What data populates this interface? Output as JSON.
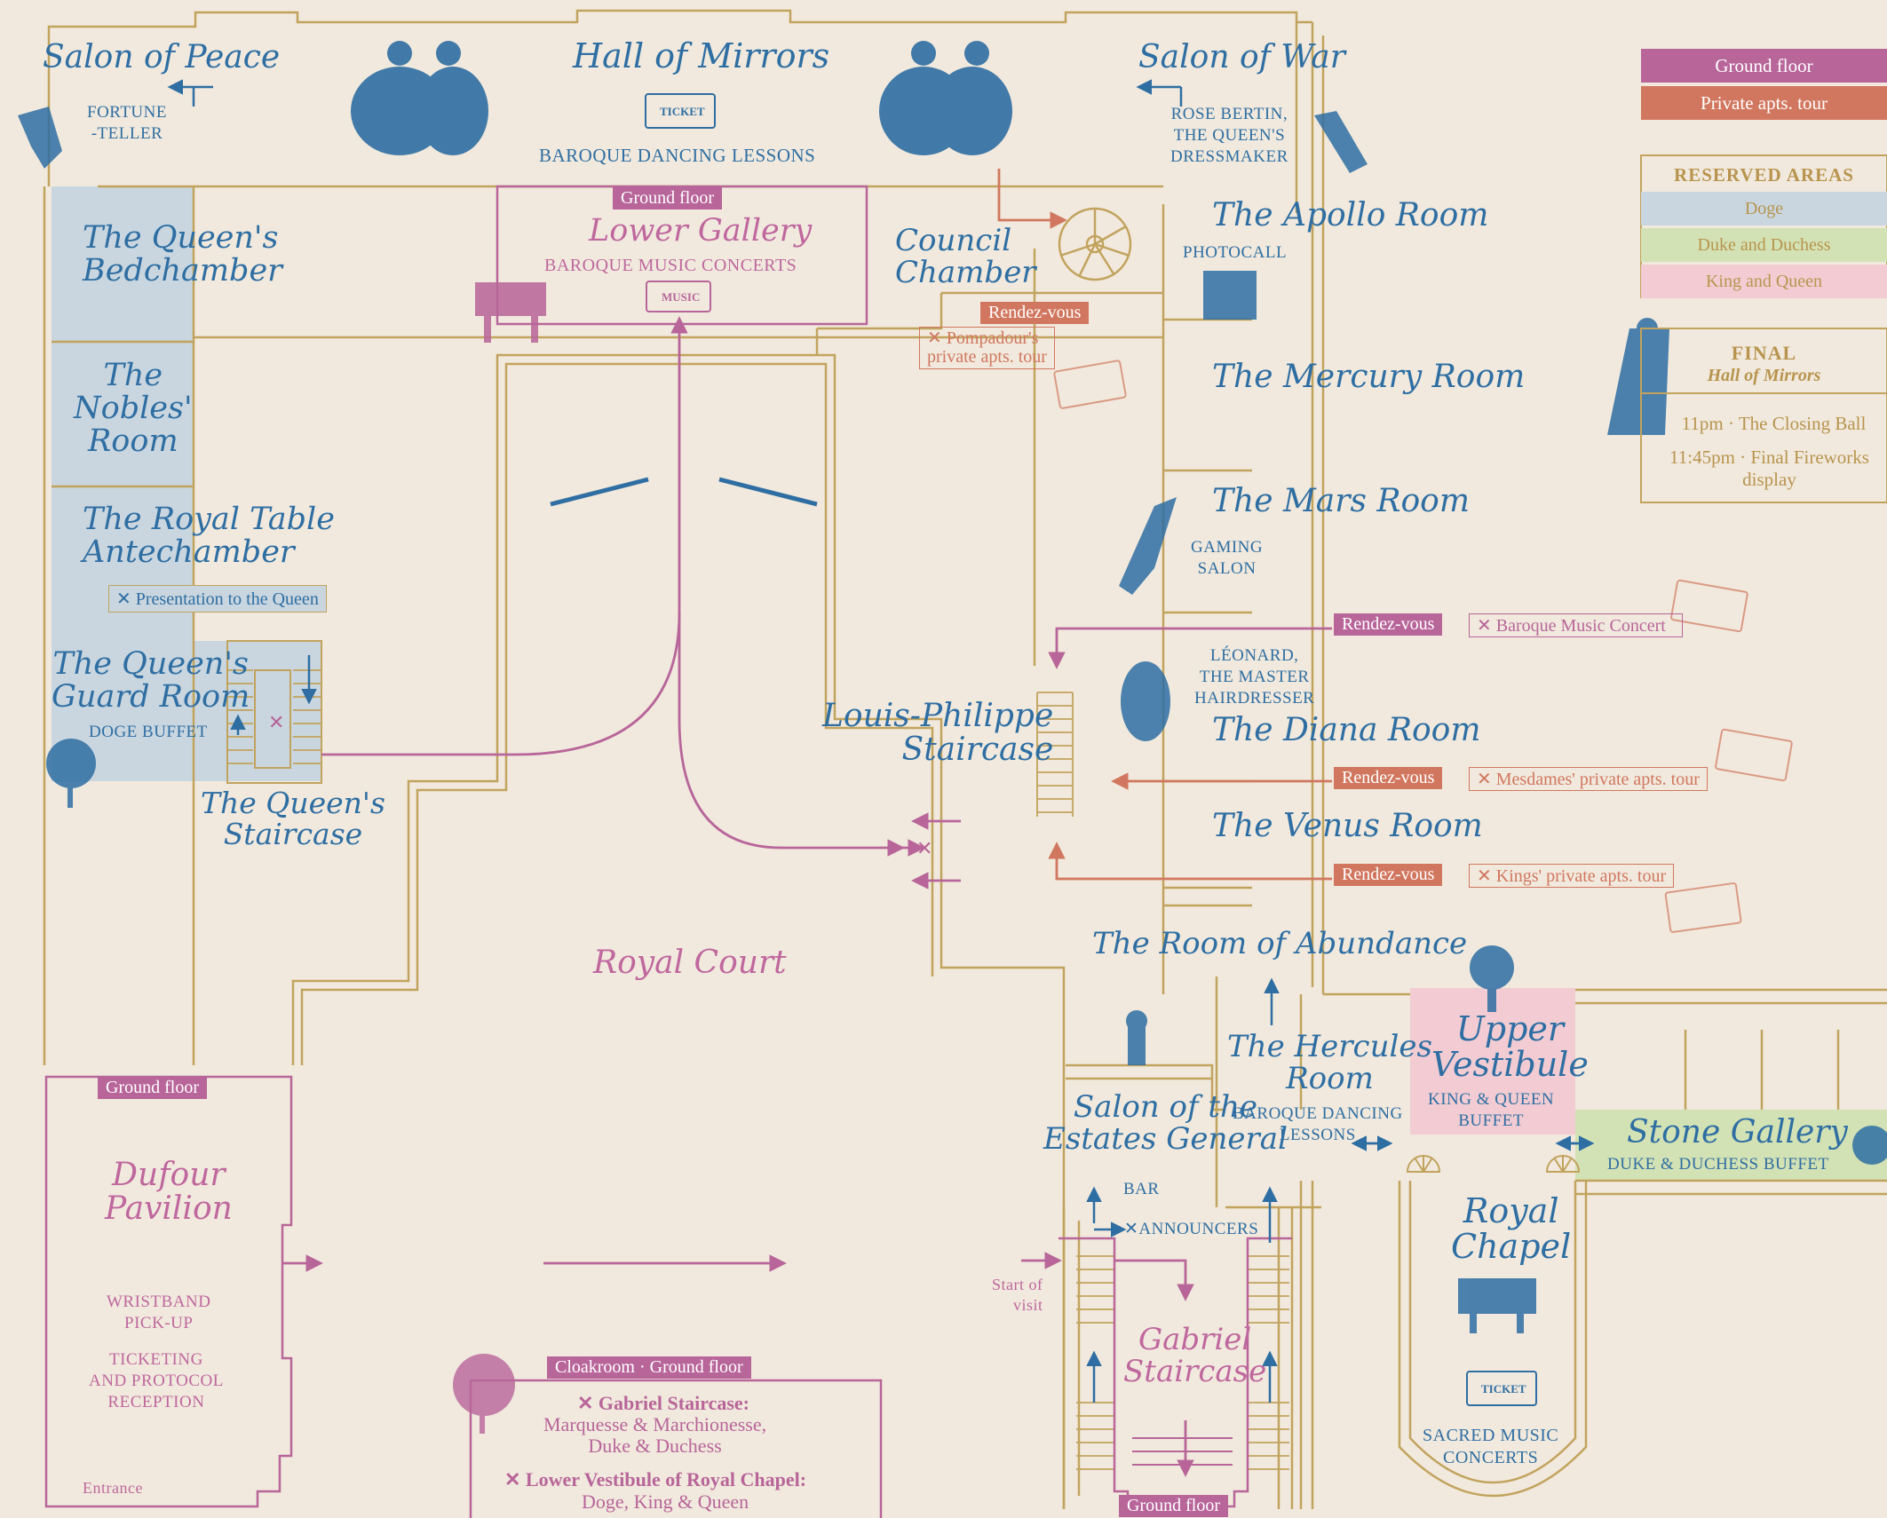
{
  "colors": {
    "background": "#f1e9dd",
    "blue": "#2e6ea3",
    "pink": "#b8659a",
    "red": "#d1775f",
    "gold": "#c2a35e",
    "doge": "#c9d6df",
    "duke": "#d3e2b4",
    "king": "#f2ccd2"
  },
  "rooms": {
    "salon_peace": "Salon of Peace",
    "fortune": "FORTUNE\n-TELLER",
    "hall_mirrors": "Hall of Mirrors",
    "baroque_dancing": "BAROQUE DANCING LESSONS",
    "salon_war": "Salon of War",
    "rose_bertin": "ROSE BERTIN,\nTHE QUEEN'S\nDRESSMAKER",
    "queens_bedchamber": "The Queen's\nBedchamber",
    "nobles_room": "The\nNobles'\nRoom",
    "royal_table": "The Royal Table\nAntechamber",
    "presentation": "✕ Presentation to the Queen",
    "guard_room": "The Queen's\nGuard Room",
    "doge_buffet": "DOGE BUFFET",
    "queens_staircase": "The Queen's\nStaircase",
    "lower_gallery_tag": "Ground floor",
    "lower_gallery": "Lower Gallery",
    "baroque_music": "BAROQUE MUSIC CONCERTS",
    "council": "Council\nChamber",
    "apollo": "The Apollo Room",
    "photocall": "PHOTOCALL",
    "mercury": "The Mercury Room",
    "mars": "The Mars Room",
    "gaming": "GAMING\nSALON",
    "leonard": "LÉONARD,\nTHE MASTER\nHAIRDRESSER",
    "diana": "The Diana Room",
    "venus": "The Venus Room",
    "louis_philippe": "Louis-Philippe\nStaircase",
    "royal_court": "Royal Court",
    "abundance": "The Room of Abundance",
    "hercules": "The Hercules\nRoom",
    "hercules_sub": "BAROQUE DANCING\nLESSONS",
    "estates": "Salon of the\nEstates General",
    "bar": "BAR",
    "announcers": "✕ANNOUNCERS",
    "start": "Start of\nvisit",
    "gabriel": "Gabriel\nStaircase",
    "gabriel_tag": "Ground floor",
    "upper_vestibule": "Upper\nVestibule",
    "king_buffet": "KING & QUEEN\nBUFFET",
    "stone_gallery": "Stone Gallery",
    "duke_buffet": "DUKE & DUCHESS BUFFET",
    "royal_chapel": "Royal\nChapel",
    "sacred": "SACRED MUSIC\nCONCERTS",
    "dufour_tag": "Ground floor",
    "dufour": "Dufour\nPavilion",
    "wristband": "WRISTBAND\nPICK-UP",
    "ticketing": "TICKETING\nAND PROTOCOL\nRECEPTION",
    "entrance": "Entrance",
    "cloakroom_tag": "Cloakroom · Ground floor",
    "cloak_1": "✕ Gabriel Staircase:",
    "cloak_2": "Marquesse & Marchionesse,\nDuke & Duchess",
    "cloak_3": "✕ Lower Vestibule of Royal Chapel:",
    "cloak_4": "Doge, King & Queen"
  },
  "rendezvous": [
    {
      "tag": "Rendez-vous",
      "text": "✕ Pompadour's\nprivate apts. tour"
    },
    {
      "tag": "Rendez-vous",
      "text": "✕ Baroque Music Concert"
    },
    {
      "tag": "Rendez-vous",
      "text": "✕ Mesdames' private apts. tour"
    },
    {
      "tag": "Rendez-vous",
      "text": "✕ Kings' private apts. tour"
    }
  ],
  "legend": {
    "ground_floor": "Ground floor",
    "private_tour": "Private apts. tour",
    "reserved_title": "RESERVED AREAS",
    "doge": "Doge",
    "duke": "Duke and Duchess",
    "king": "King and Queen",
    "final_title": "FINAL",
    "final_sub": "Hall of Mirrors",
    "final_1": "11pm · The Closing Ball",
    "final_2": "11:45pm · Final Fireworks\ndisplay"
  },
  "stamps": {
    "ticket": "TICKET",
    "music": "MUSIC"
  }
}
